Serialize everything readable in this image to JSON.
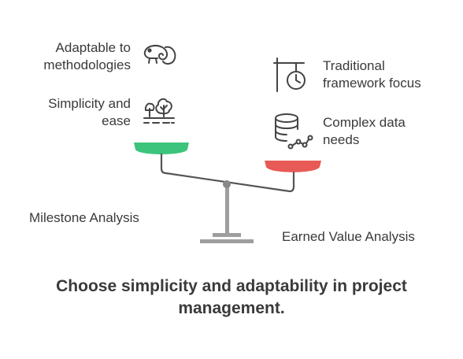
{
  "left_items": [
    {
      "text": "Adaptable to\nmethodologies",
      "icon": "chameleon-icon"
    },
    {
      "text": "Simplicity and\nease",
      "icon": "tree-park-icon"
    }
  ],
  "right_items": [
    {
      "text": "Traditional\nframework focus",
      "icon": "hanging-clock-icon"
    },
    {
      "text": "Complex data\nneeds",
      "icon": "database-chart-icon"
    }
  ],
  "left_label": "Milestone Analysis",
  "right_label": "Earned Value Analysis",
  "caption": "Choose simplicity and adaptability in project management.",
  "colors": {
    "left_pan": "#3cc47c",
    "right_pan": "#e85a55",
    "beam": "#555555",
    "stand": "#9e9e9e"
  }
}
